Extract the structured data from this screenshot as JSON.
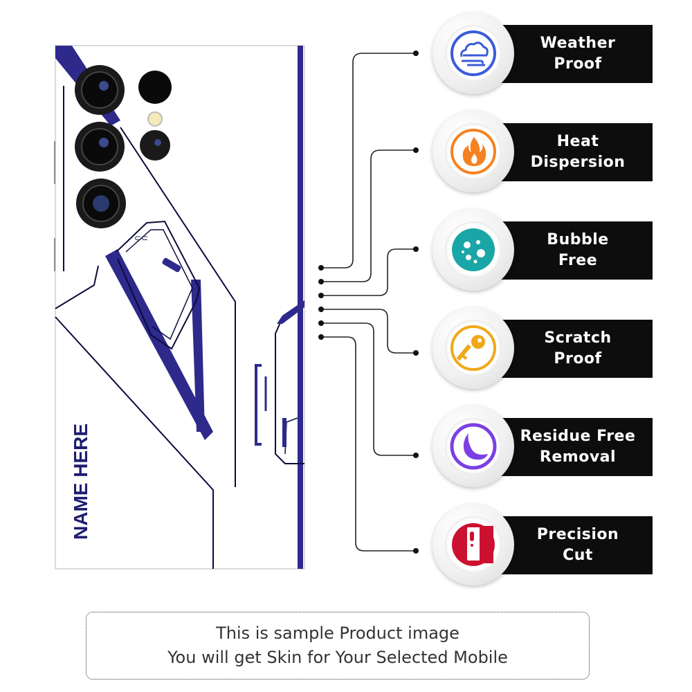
{
  "phone": {
    "skin_text": "NAME HERE",
    "colors": {
      "accent": "#2d2a8c",
      "line": "#0b0b3d",
      "background": "#ffffff"
    }
  },
  "features": [
    {
      "label": "Weather\nProof",
      "icon": "cloud-wind-icon",
      "color": "#3a5bd9"
    },
    {
      "label": "Heat\nDispersion",
      "icon": "flame-icon",
      "color": "#f58220"
    },
    {
      "label": "Bubble\nFree",
      "icon": "bubbles-icon",
      "color": "#1aa6a6"
    },
    {
      "label": "Scratch\nProof",
      "icon": "key-icon",
      "color": "#f0a818"
    },
    {
      "label": "Residue Free\nRemoval",
      "icon": "moon-icon",
      "color": "#7b3fe4"
    },
    {
      "label": "Precision\nCut",
      "icon": "phone-cut-icon",
      "color": "#cc1030"
    }
  ],
  "notice": {
    "line1": "This is sample Product image",
    "line2": "You will get Skin for Your Selected Mobile"
  }
}
